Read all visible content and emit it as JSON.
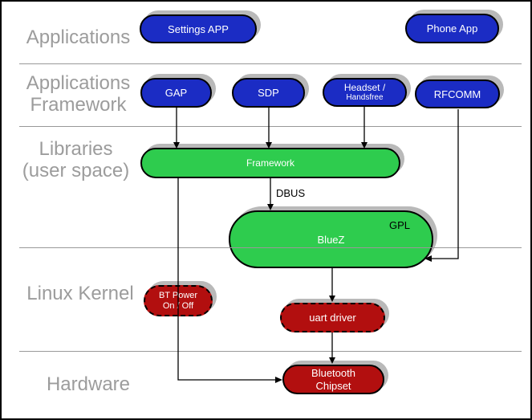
{
  "layers": [
    {
      "label": "Applications"
    },
    {
      "line1": "Applications",
      "line2": "Framework"
    },
    {
      "line1": "Libraries",
      "line2": "(user space)"
    },
    {
      "label": "Linux Kernel"
    },
    {
      "label": "Hardware"
    }
  ],
  "nodes": {
    "settings_app": {
      "label": "Settings APP"
    },
    "phone_app": {
      "label": "Phone App"
    },
    "gap": {
      "label": "GAP"
    },
    "sdp": {
      "label": "SDP"
    },
    "headset": {
      "line1": "Headset /",
      "line2": "Handsfree"
    },
    "rfcomm": {
      "label": "RFCOMM"
    },
    "framework": {
      "label": "Framework"
    },
    "bluez": {
      "label": "BlueZ",
      "annotation": "GPL"
    },
    "bt_power": {
      "line1": "BT Power",
      "line2": "On / Off"
    },
    "uart_driver": {
      "label": "uart driver"
    },
    "bluetooth_chipset": {
      "line1": "Bluetooth",
      "line2": "Chipset"
    }
  },
  "edge_labels": {
    "dbus": "DBUS"
  },
  "edges": [
    {
      "from": "GAP",
      "to": "Framework"
    },
    {
      "from": "SDP",
      "to": "Framework"
    },
    {
      "from": "Headset / Handsfree",
      "to": "Framework"
    },
    {
      "from": "Framework",
      "to": "BlueZ",
      "label": "DBUS"
    },
    {
      "from": "RFCOMM",
      "to": "BlueZ"
    },
    {
      "from": "Framework",
      "to": "Bluetooth Chipset"
    },
    {
      "from": "BlueZ",
      "to": "uart driver"
    },
    {
      "from": "uart driver",
      "to": "Bluetooth Chipset"
    }
  ],
  "colors": {
    "application_node": "#1b2cc4",
    "userspace_node": "#2ecc4e",
    "kernel_node": "#b20f0f",
    "layer_label": "#9c9c9c",
    "divider": "#999999",
    "shadow": "#b9b9b9",
    "connector": "#000000"
  }
}
